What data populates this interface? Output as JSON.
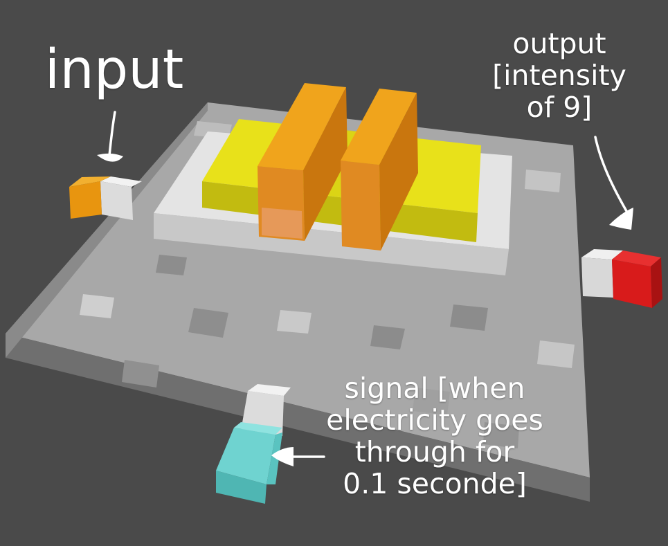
{
  "labels": {
    "input": [
      "input"
    ],
    "output": [
      "output",
      "[intensity",
      "of 9]"
    ],
    "signal": [
      "signal [when",
      "electricity goes",
      "through for",
      "0.1 seconde]"
    ]
  },
  "colors": {
    "background": "#4a4a4a",
    "input_port": "#e8950f",
    "output_port": "#d81b1b",
    "signal_port": "#6fd3d0",
    "yellow_core": "#e3dc12",
    "orange_pillar": "#e8950f",
    "stone": "#9e9e9e"
  }
}
